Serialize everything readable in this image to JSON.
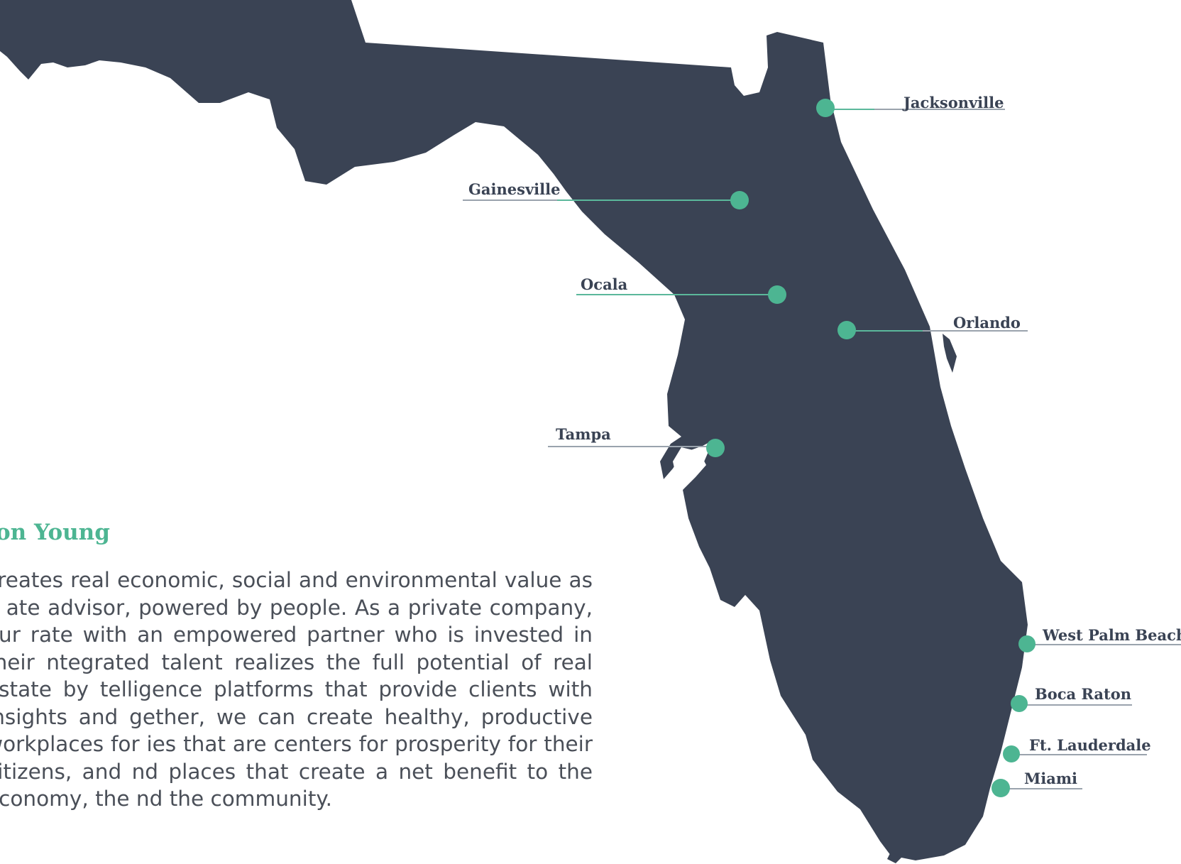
{
  "map": {
    "land_color": "#3a4354",
    "marker_color": "#4db592",
    "leader_color": "#5bb89b",
    "cities": [
      {
        "id": "jacksonville",
        "name": "Jacksonville"
      },
      {
        "id": "gainesville",
        "name": "Gainesville"
      },
      {
        "id": "ocala",
        "name": "Ocala"
      },
      {
        "id": "orlando",
        "name": "Orlando"
      },
      {
        "id": "tampa",
        "name": "Tampa"
      },
      {
        "id": "west-palm-beach",
        "name": "West Palm Beach"
      },
      {
        "id": "boca-raton",
        "name": "Boca Raton"
      },
      {
        "id": "ft-lauderdale",
        "name": "Ft. Lauderdale"
      },
      {
        "id": "miami",
        "name": "Miami"
      }
    ]
  },
  "sidebar": {
    "heading": "on Young",
    "heading_color": "#4db592",
    "body": "creates real economic, social and environmental value as a ate advisor, powered by people. As a private company, our rate with an empowered partner who is invested in their ntegrated talent realizes the full potential of real estate by telligence platforms that provide clients with insights and gether, we can create healthy, productive workplaces for ies that are centers for prosperity for their citizens, and nd places that create a net benefit to the economy, the nd the community."
  }
}
